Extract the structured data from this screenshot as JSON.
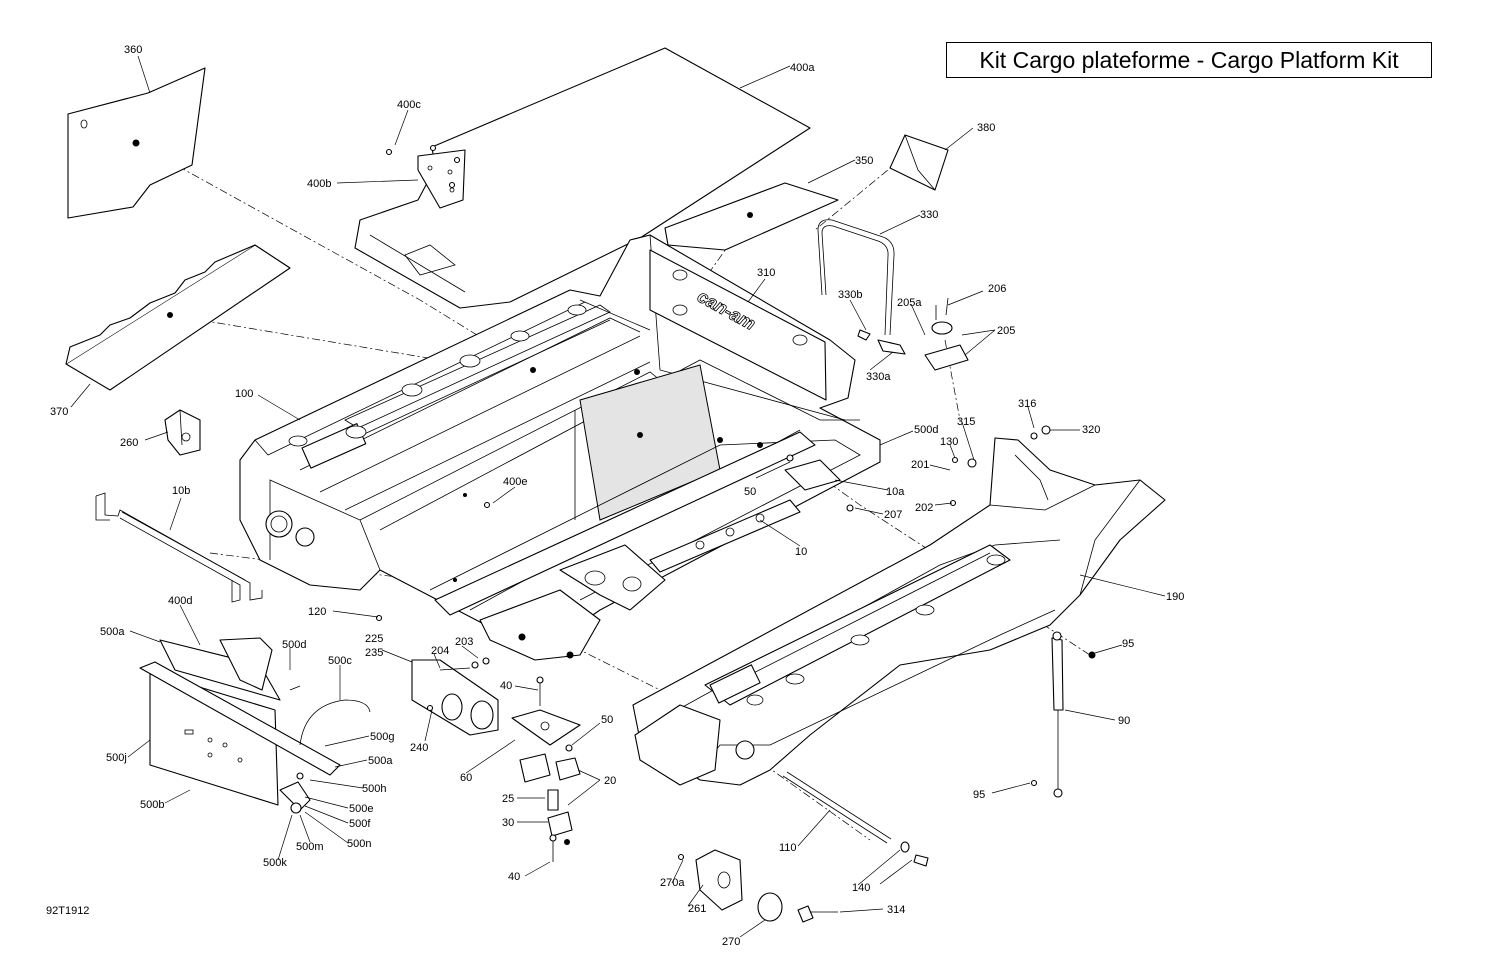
{
  "title": "Kit Cargo plateforme - Cargo Platform Kit",
  "drawing_number": "92T1912",
  "brand_logo": "can-am",
  "labels": [
    "360",
    "400a",
    "400c",
    "400b",
    "380",
    "350",
    "330",
    "310",
    "370",
    "330b",
    "205a",
    "206",
    "205",
    "330a",
    "100",
    "260",
    "10b",
    "400e",
    "500d",
    "315",
    "316",
    "320",
    "130",
    "201",
    "50",
    "10a",
    "207",
    "202",
    "10",
    "190",
    "120",
    "400d",
    "500a",
    "500d",
    "500c",
    "225",
    "235",
    "204",
    "203",
    "40",
    "50",
    "500g",
    "500a",
    "500j",
    "240",
    "60",
    "500h",
    "20",
    "25",
    "500e",
    "500f",
    "30",
    "500b",
    "500m",
    "500n",
    "500k",
    "40",
    "95",
    "90",
    "95",
    "110",
    "270a",
    "140",
    "261",
    "314",
    "270"
  ]
}
